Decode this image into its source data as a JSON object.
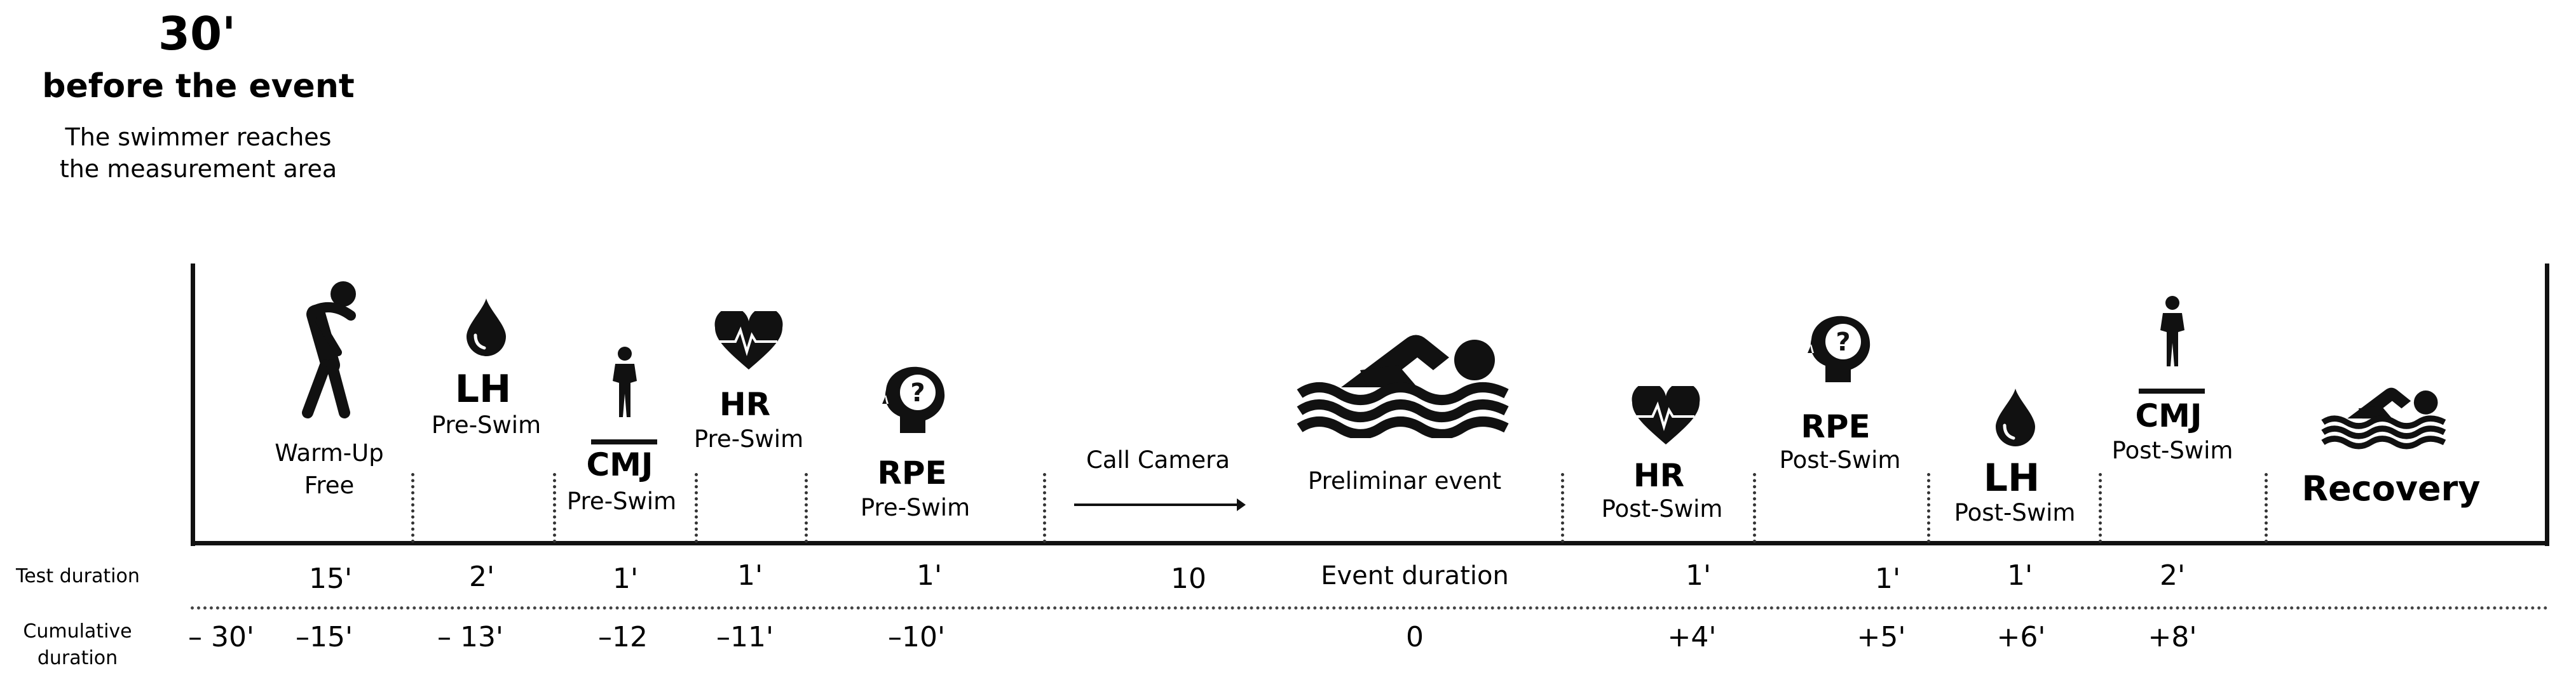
{
  "header": {
    "time": "30'",
    "subtitle": "before the event",
    "description_line1": "The swimmer reaches",
    "description_line2": "the measurement area"
  },
  "steps": {
    "warmup": {
      "line1": "Warm-Up",
      "line2": "Free"
    },
    "lh_pre": {
      "title": "LH",
      "sub": "Pre-Swim"
    },
    "cmj_pre": {
      "title": "CMJ",
      "sub": "Pre-Swim"
    },
    "hr_pre": {
      "title": "HR",
      "sub": "Pre-Swim"
    },
    "rpe_pre": {
      "title": "RPE",
      "sub": "Pre-Swim"
    },
    "call_camera": {
      "label": "Call Camera"
    },
    "event": {
      "label": "Preliminar event"
    },
    "hr_post": {
      "title": "HR",
      "sub": "Post-Swim"
    },
    "rpe_post": {
      "title": "RPE",
      "sub": "Post-Swim"
    },
    "lh_post": {
      "title": "LH",
      "sub": "Post-Swim"
    },
    "cmj_post": {
      "title": "CMJ",
      "sub": "Post-Swim"
    },
    "recovery": {
      "title": "Recovery"
    }
  },
  "rows": {
    "test_duration_label": "Test duration",
    "cumulative_label_line1": "Cumulative",
    "cumulative_label_line2": "duration",
    "test_duration": [
      "15'",
      "2'",
      "1'",
      "1'",
      "1'",
      "10",
      "Event duration",
      "1'",
      "1'",
      "1'",
      "2'"
    ],
    "cumulative": [
      "– 30'",
      "–15'",
      "– 13'",
      "–12",
      "–11'",
      "–10'",
      "0",
      "+4'",
      "+5'",
      "+6'",
      "+8'"
    ]
  },
  "icons": [
    "stretching-person-icon",
    "water-drop-icon",
    "standing-person-icon",
    "heart-rate-icon",
    "brain-question-icon",
    "arrow-right-icon",
    "swimmer-icon",
    "heart-rate-icon",
    "brain-question-icon",
    "water-drop-icon",
    "standing-person-icon",
    "swimmer-icon"
  ]
}
